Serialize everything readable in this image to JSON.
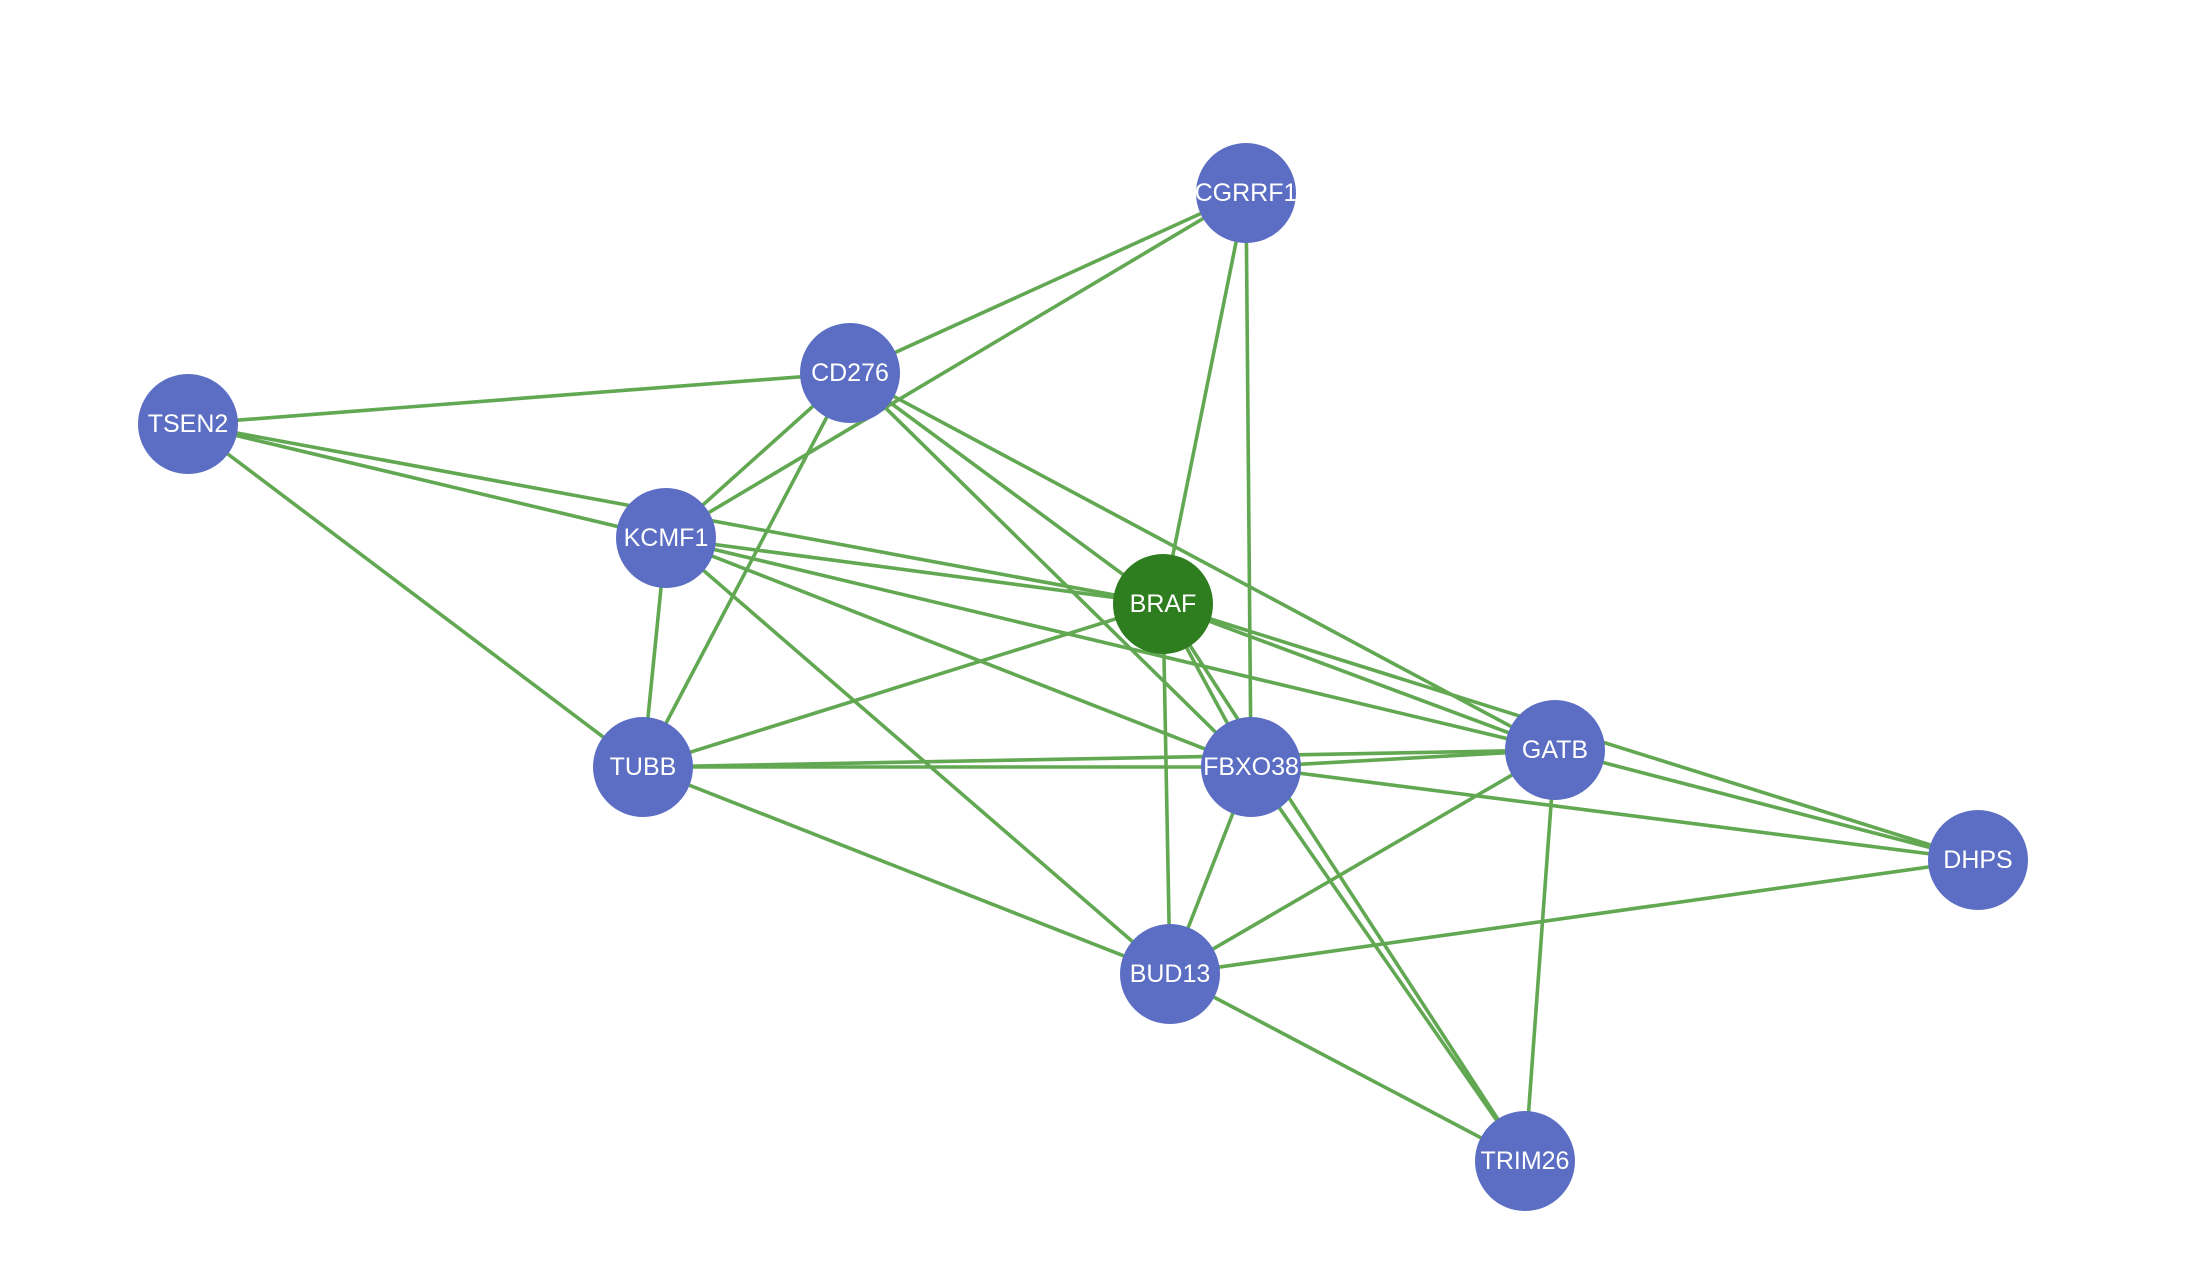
{
  "colors": {
    "node": "#5b6ec3",
    "center_node": "#2e7d1f",
    "edge": "#62a853",
    "label": "#ffffff",
    "background": "#ffffff"
  },
  "nodes": [
    {
      "id": "CGRRF1",
      "label": "CGRRF1",
      "center": false
    },
    {
      "id": "CD276",
      "label": "CD276",
      "center": false
    },
    {
      "id": "TSEN2",
      "label": "TSEN2",
      "center": false
    },
    {
      "id": "KCMF1",
      "label": "KCMF1",
      "center": false
    },
    {
      "id": "BRAF",
      "label": "BRAF",
      "center": true
    },
    {
      "id": "TUBB",
      "label": "TUBB",
      "center": false
    },
    {
      "id": "FBXO38",
      "label": "FBXO38",
      "center": false
    },
    {
      "id": "GATB",
      "label": "GATB",
      "center": false
    },
    {
      "id": "DHPS",
      "label": "DHPS",
      "center": false
    },
    {
      "id": "BUD13",
      "label": "BUD13",
      "center": false
    },
    {
      "id": "TRIM26",
      "label": "TRIM26",
      "center": false
    }
  ],
  "edges": [
    [
      "CGRRF1",
      "CD276"
    ],
    [
      "CGRRF1",
      "KCMF1"
    ],
    [
      "CGRRF1",
      "BRAF"
    ],
    [
      "CGRRF1",
      "FBXO38"
    ],
    [
      "CD276",
      "TSEN2"
    ],
    [
      "CD276",
      "KCMF1"
    ],
    [
      "CD276",
      "TUBB"
    ],
    [
      "CD276",
      "BRAF"
    ],
    [
      "CD276",
      "FBXO38"
    ],
    [
      "CD276",
      "GATB"
    ],
    [
      "TSEN2",
      "KCMF1"
    ],
    [
      "TSEN2",
      "BRAF"
    ],
    [
      "TSEN2",
      "TUBB"
    ],
    [
      "KCMF1",
      "BRAF"
    ],
    [
      "KCMF1",
      "TUBB"
    ],
    [
      "KCMF1",
      "FBXO38"
    ],
    [
      "KCMF1",
      "GATB"
    ],
    [
      "KCMF1",
      "BUD13"
    ],
    [
      "BRAF",
      "TUBB"
    ],
    [
      "BRAF",
      "FBXO38"
    ],
    [
      "BRAF",
      "GATB"
    ],
    [
      "BRAF",
      "DHPS"
    ],
    [
      "BRAF",
      "BUD13"
    ],
    [
      "BRAF",
      "TRIM26"
    ],
    [
      "TUBB",
      "FBXO38"
    ],
    [
      "TUBB",
      "GATB"
    ],
    [
      "TUBB",
      "BUD13"
    ],
    [
      "FBXO38",
      "GATB"
    ],
    [
      "FBXO38",
      "DHPS"
    ],
    [
      "FBXO38",
      "BUD13"
    ],
    [
      "FBXO38",
      "TRIM26"
    ],
    [
      "GATB",
      "DHPS"
    ],
    [
      "GATB",
      "BUD13"
    ],
    [
      "GATB",
      "TRIM26"
    ],
    [
      "DHPS",
      "BUD13"
    ],
    [
      "BUD13",
      "TRIM26"
    ]
  ]
}
